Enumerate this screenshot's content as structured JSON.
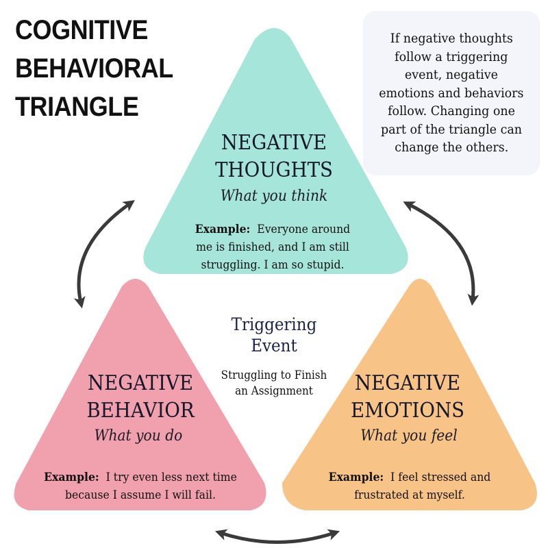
{
  "title": {
    "lines": [
      "COGNITIVE",
      "BEHAVIORAL",
      "TRIANGLE"
    ]
  },
  "info": {
    "lines": [
      "If negative thoughts",
      "follow a triggering",
      "event, negative",
      "emotions and behaviors",
      "follow. Changing one",
      "part of the triangle can",
      "change the others."
    ]
  },
  "thoughts": {
    "heading": [
      "NEGATIVE",
      "THOUGHTS"
    ],
    "subtitle": "What you think",
    "example_label": "Example:",
    "example_lines": [
      "Everyone around",
      "me is finished, and I am still",
      "struggling. I am so stupid."
    ]
  },
  "behavior": {
    "heading": [
      "NEGATIVE",
      "BEHAVIOR"
    ],
    "subtitle": "What you do",
    "example_label": "Example:",
    "example_lines": [
      "I try even less next time",
      "because I assume I will fail."
    ]
  },
  "emotions": {
    "heading": [
      "NEGATIVE",
      "EMOTIONS"
    ],
    "subtitle": "What you feel",
    "example_label": "Example:",
    "example_lines": [
      "I feel stressed and",
      "frustrated at myself."
    ]
  },
  "event": {
    "title": [
      "Triggering",
      "Event"
    ],
    "description": [
      "Struggling to Finish",
      "an Assignment"
    ]
  },
  "colors": {
    "thoughts": "#a6e5d9",
    "behavior": "#f1a0ad",
    "emotions": "#f8c387",
    "arrows": "#3a3a3a"
  }
}
